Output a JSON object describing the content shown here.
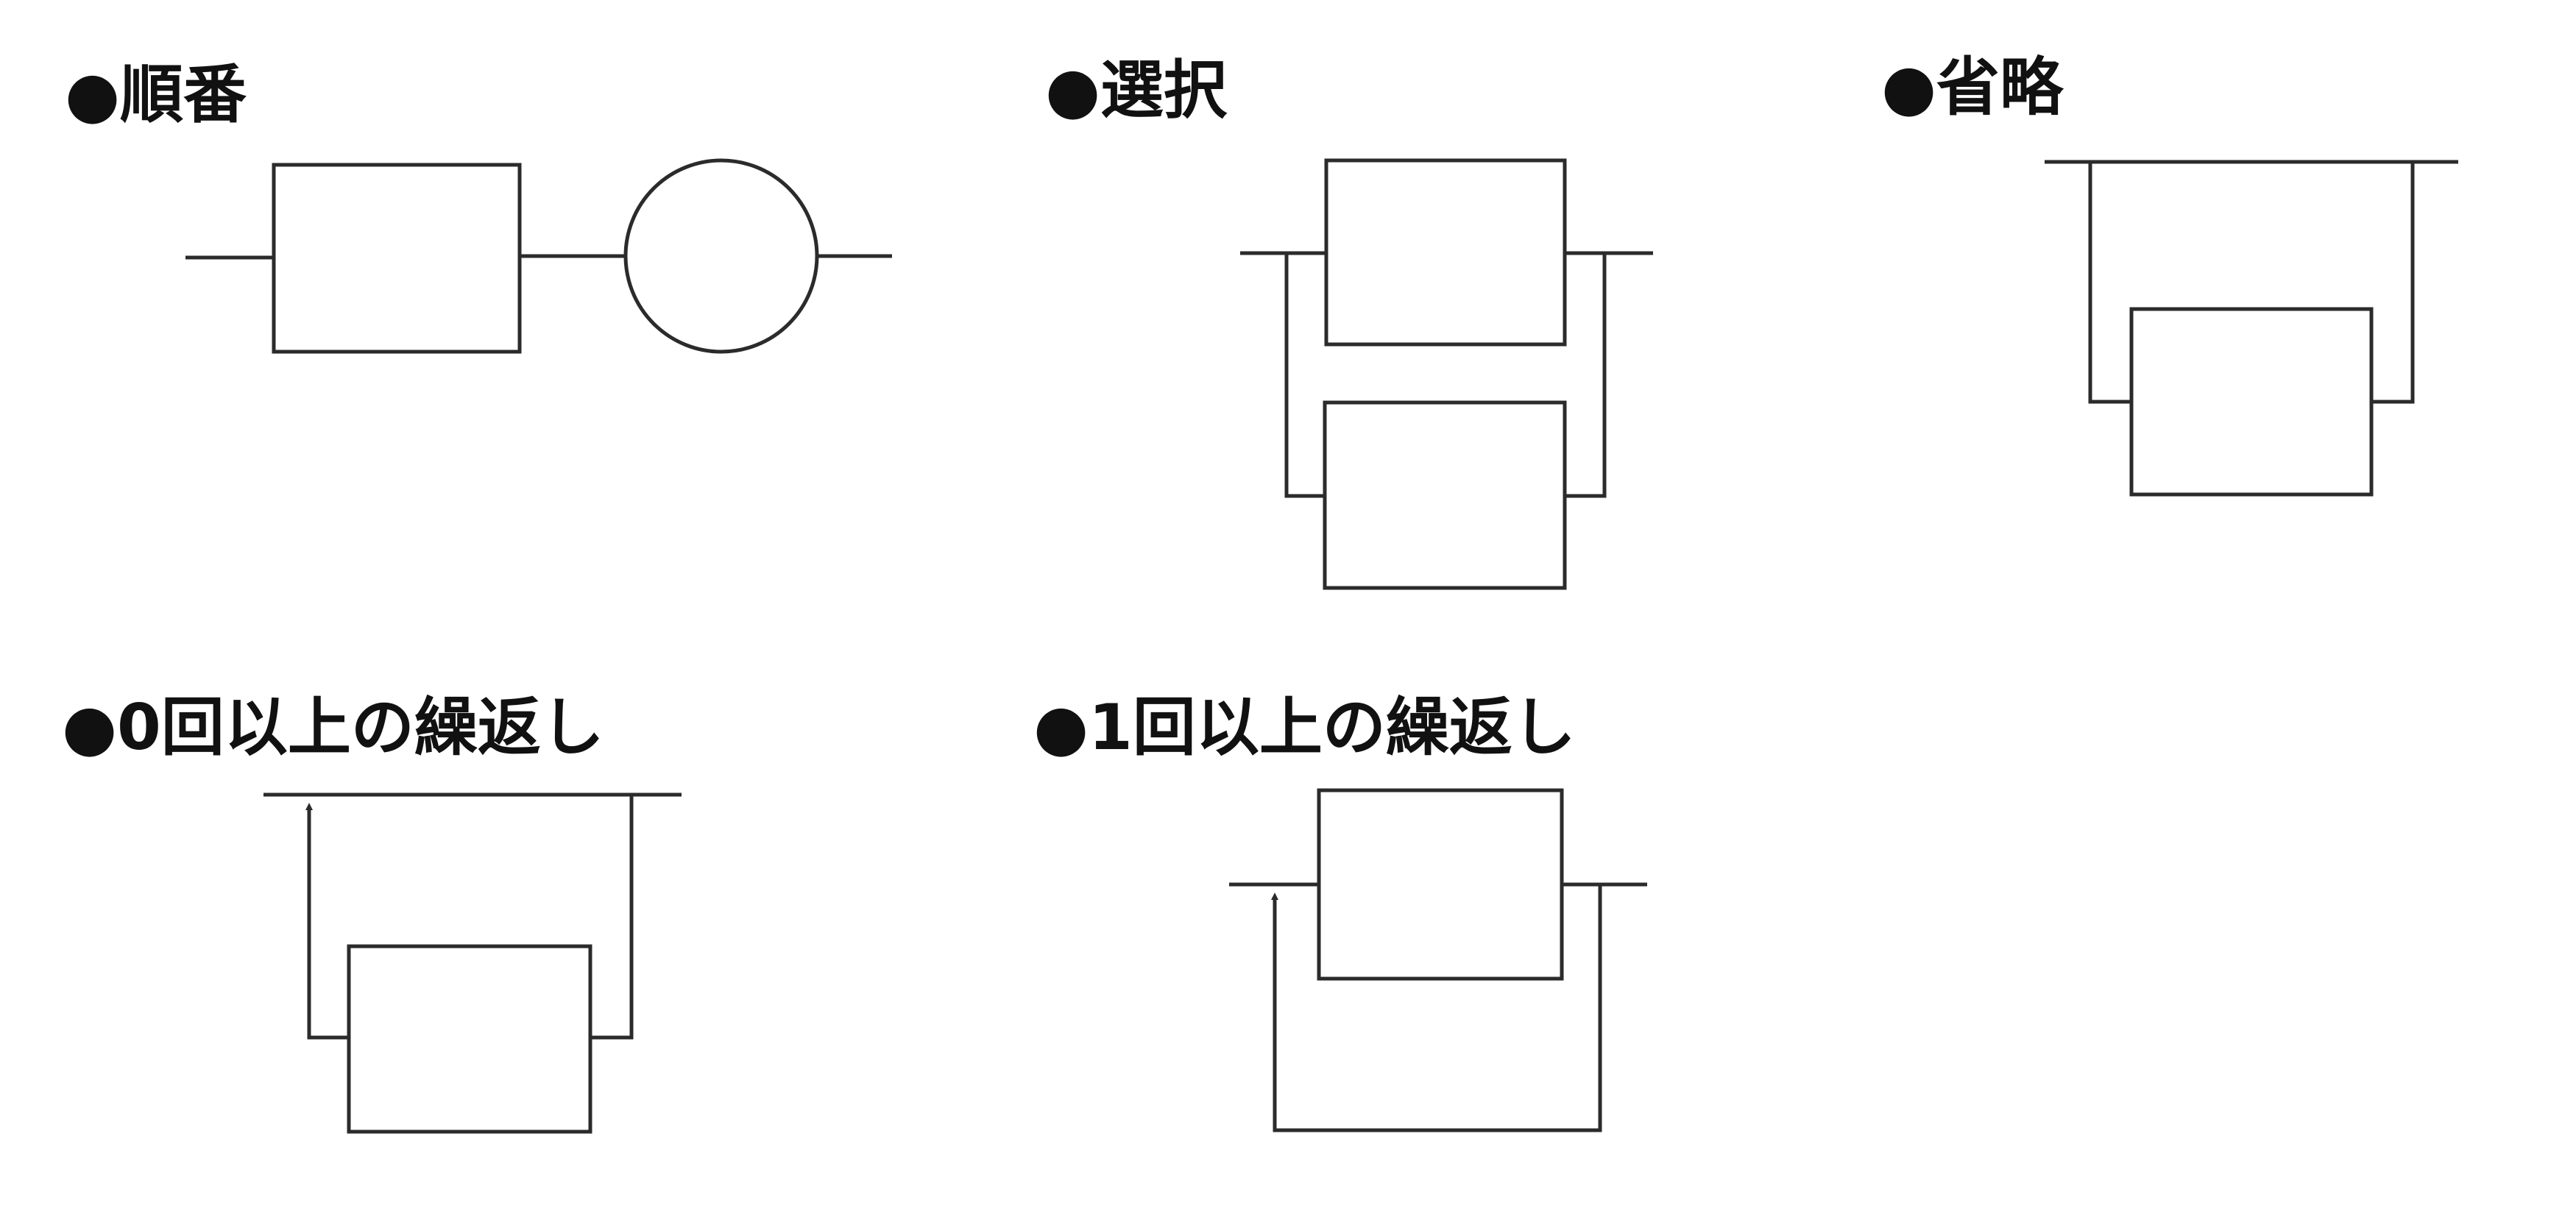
{
  "colors": {
    "background": "#ffffff",
    "line": "#2b2b2b",
    "text": "#111111"
  },
  "labels": {
    "sequence": "●順番",
    "selection": "●選択",
    "optional": "●省略",
    "repeat_zero_or_more": "●0回以上の繰返し",
    "repeat_one_or_more": "●1回以上の繰返し"
  }
}
